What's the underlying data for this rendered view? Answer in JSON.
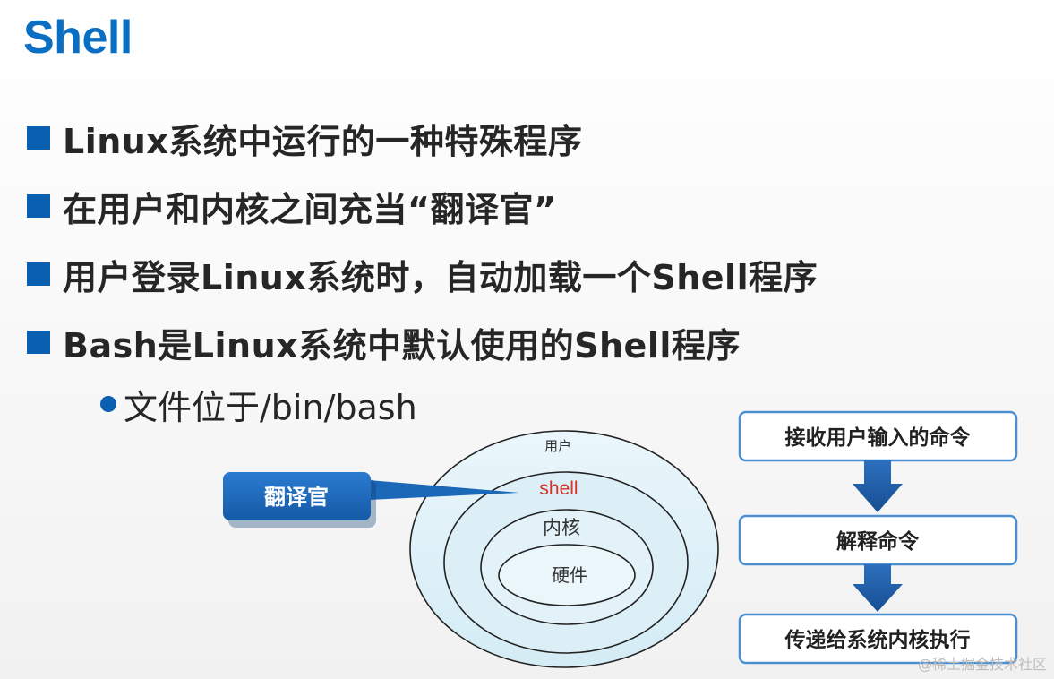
{
  "title": "Shell",
  "bullets": [
    "Linux系统中运行的一种特殊程序",
    "在用户和内核之间充当“翻译官”",
    "用户登录Linux系统时，自动加载一个Shell程序",
    "Bash是Linux系统中默认使用的Shell程序"
  ],
  "sub_bullet": "文件位于/bin/bash",
  "layers": {
    "user": "用户",
    "shell": "shell",
    "kernel": "内核",
    "hardware": "硬件"
  },
  "callout": "翻译官",
  "flow": [
    "接收用户输入的命令",
    "解释命令",
    "传递给系统内核执行"
  ],
  "watermark": "@稀土掘金技术社区",
  "colors": {
    "title": "#0a6fc2",
    "bullet": "#0a5fb0",
    "flow_border": "#4b8fd0",
    "arrow": "#1d5fa8",
    "shell_text": "#d93025",
    "callout_bg": "#1b67b8"
  }
}
